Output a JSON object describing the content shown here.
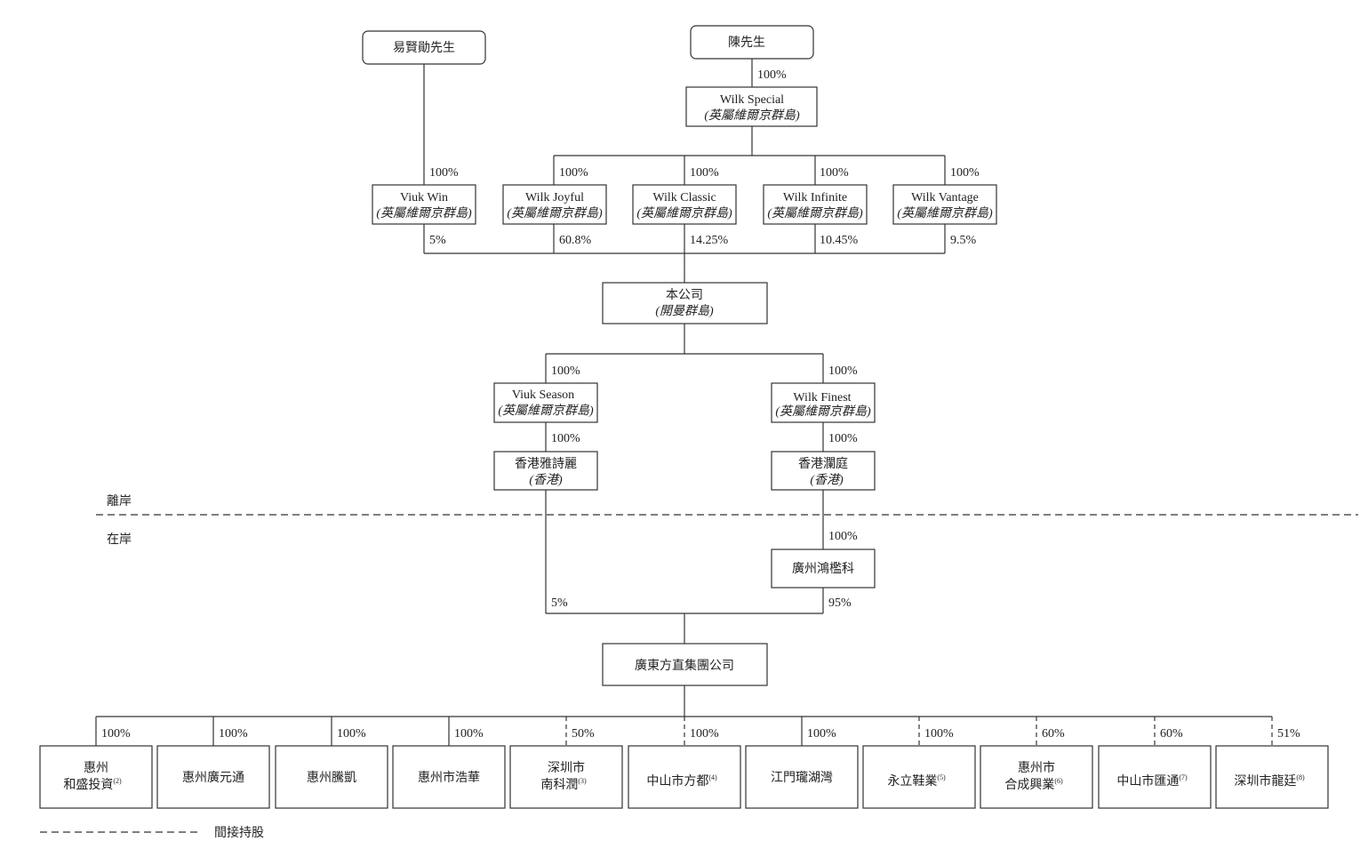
{
  "labels": {
    "offshore": "離岸",
    "onshore": "在岸",
    "indirect_holding": "間接持股"
  },
  "entities": {
    "yi": {
      "name": "易賢勛先生"
    },
    "chen": {
      "name": "陳先生"
    },
    "wilk_special": {
      "name": "Wilk Special",
      "jurisdiction": "(英屬維爾京群島)"
    },
    "viuk_win": {
      "name": "Viuk Win",
      "jurisdiction": "(英屬維爾京群島)"
    },
    "wilk_joyful": {
      "name": "Wilk Joyful",
      "jurisdiction": "(英屬維爾京群島)"
    },
    "wilk_classic": {
      "name": "Wilk Classic",
      "jurisdiction": "(英屬維爾京群島)"
    },
    "wilk_infinite": {
      "name": "Wilk Infinite",
      "jurisdiction": "(英屬維爾京群島)"
    },
    "wilk_vantage": {
      "name": "Wilk Vantage",
      "jurisdiction": "(英屬維爾京群島)"
    },
    "company": {
      "name": "本公司",
      "jurisdiction": "(開曼群島)"
    },
    "viuk_season": {
      "name": "Viuk Season",
      "jurisdiction": "(英屬維爾京群島)"
    },
    "wilk_finest": {
      "name": "Wilk Finest",
      "jurisdiction": "(英屬維爾京群島)"
    },
    "hk_yashili": {
      "name": "香港雅詩麗",
      "jurisdiction": "(香港)"
    },
    "hk_lanting": {
      "name": "香港瀾庭",
      "jurisdiction": "(香港)"
    },
    "gz_hongjian": {
      "name": "廣州鴻檻科"
    },
    "gd_group": {
      "name": "廣東方直集團公司"
    },
    "sub1": {
      "line1": "惠州",
      "line2": "和盛投資",
      "note": "(2)"
    },
    "sub2": {
      "line1": "惠州廣元通"
    },
    "sub3": {
      "line1": "惠州騰凱"
    },
    "sub4": {
      "line1": "惠州市浩華"
    },
    "sub5": {
      "line1": "深圳市",
      "line2": "南科潤",
      "note": "(3)"
    },
    "sub6": {
      "line1": "中山市方都",
      "note": "(4)"
    },
    "sub7": {
      "line1": "江門瓏湖灣"
    },
    "sub8": {
      "line1": "永立鞋業",
      "note": "(5)"
    },
    "sub9": {
      "line1": "惠州市",
      "line2": "合成興業",
      "note": "(6)"
    },
    "sub10": {
      "line1": "中山市匯通",
      "note": "(7)"
    },
    "sub11": {
      "line1": "深圳市龍廷",
      "note": "(8)"
    }
  },
  "percentages": {
    "chen_wilk_special": "100%",
    "yi_viuk_win": "100%",
    "ws_joyful": "100%",
    "ws_classic": "100%",
    "ws_infinite": "100%",
    "ws_vantage": "100%",
    "viuk_win_co": "5%",
    "joyful_co": "60.8%",
    "classic_co": "14.25%",
    "infinite_co": "10.45%",
    "vantage_co": "9.5%",
    "co_viuk_season": "100%",
    "co_wilk_finest": "100%",
    "season_yashili": "100%",
    "finest_lanting": "100%",
    "lanting_hongjian": "100%",
    "yashili_group": "5%",
    "hongjian_group": "95%",
    "sub1": "100%",
    "sub2": "100%",
    "sub3": "100%",
    "sub4": "100%",
    "sub5": "50%",
    "sub6": "100%",
    "sub7": "100%",
    "sub8": "100%",
    "sub9": "60%",
    "sub10": "60%",
    "sub11": "51%"
  }
}
